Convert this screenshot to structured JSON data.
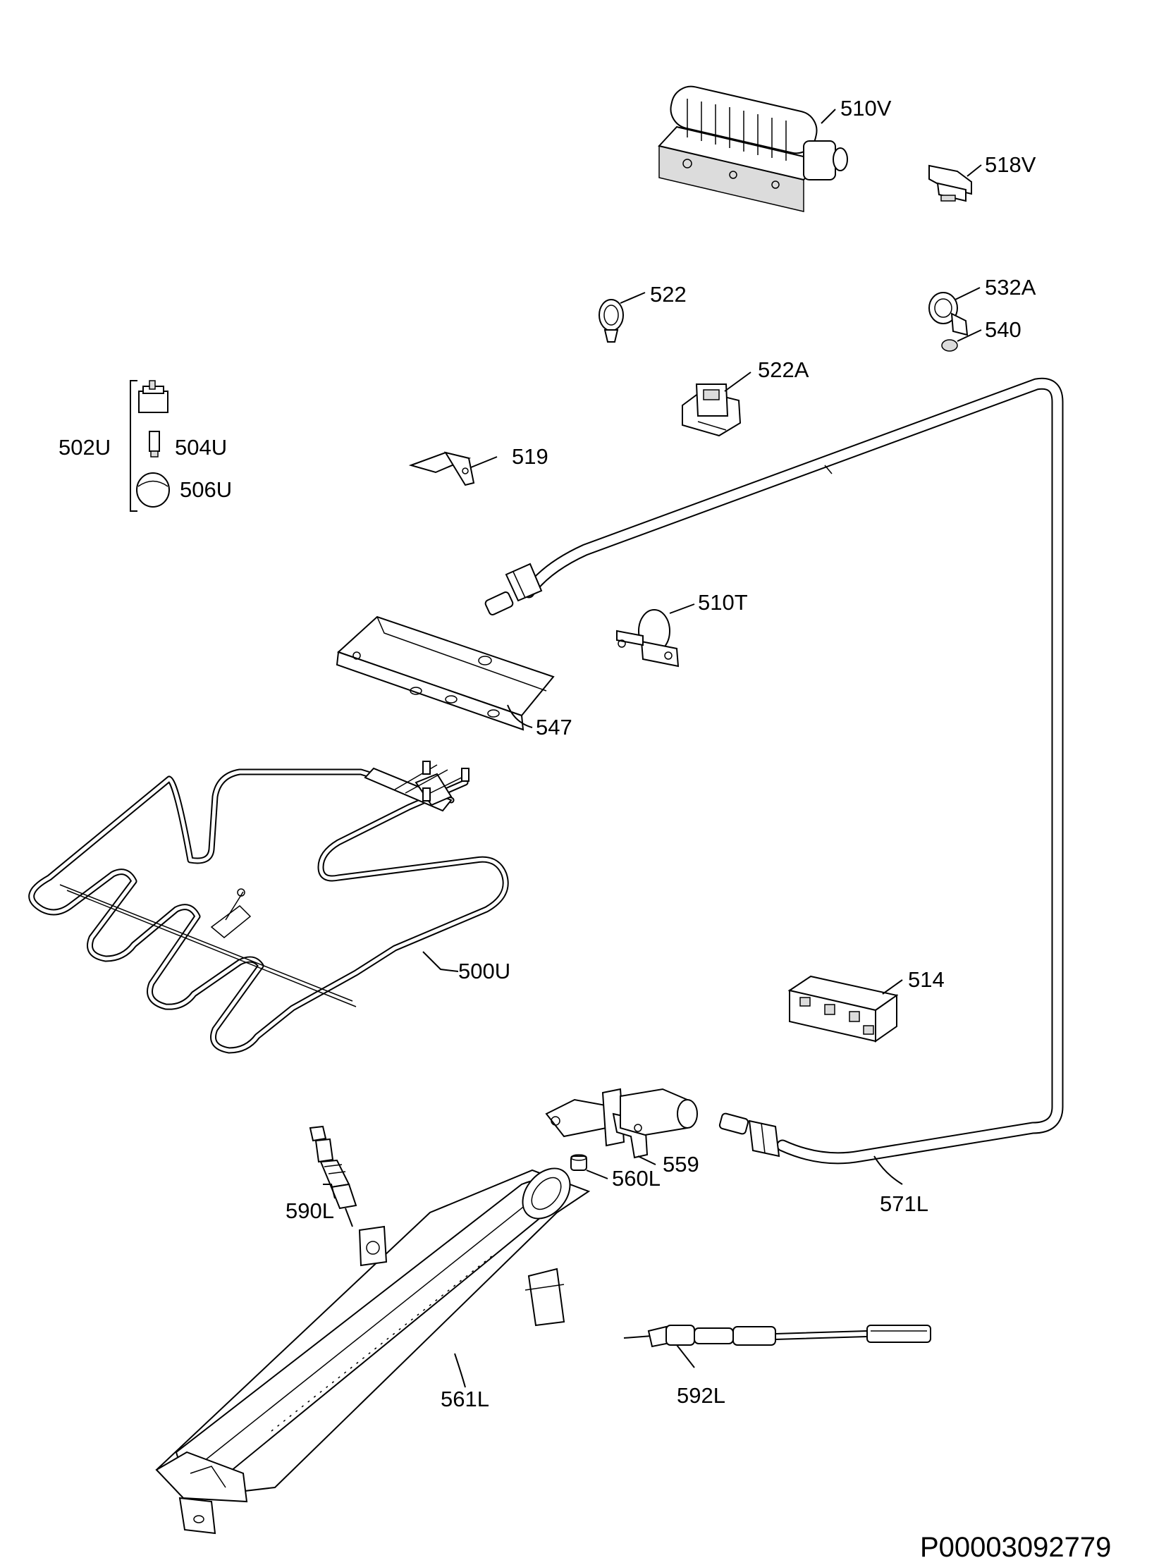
{
  "labels": {
    "p510V": "510V",
    "p518V": "518V",
    "p522": "522",
    "p532A": "532A",
    "p540": "540",
    "p522A": "522A",
    "p502U": "502U",
    "p504U": "504U",
    "p506U": "506U",
    "p519": "519",
    "p510T": "510T",
    "p547": "547",
    "p500U": "500U",
    "p514": "514",
    "p559": "559",
    "p560L": "560L",
    "p571L": "571L",
    "p590L": "590L",
    "p561L": "561L",
    "p592L": "592L"
  },
  "document_number": "P00003092779"
}
